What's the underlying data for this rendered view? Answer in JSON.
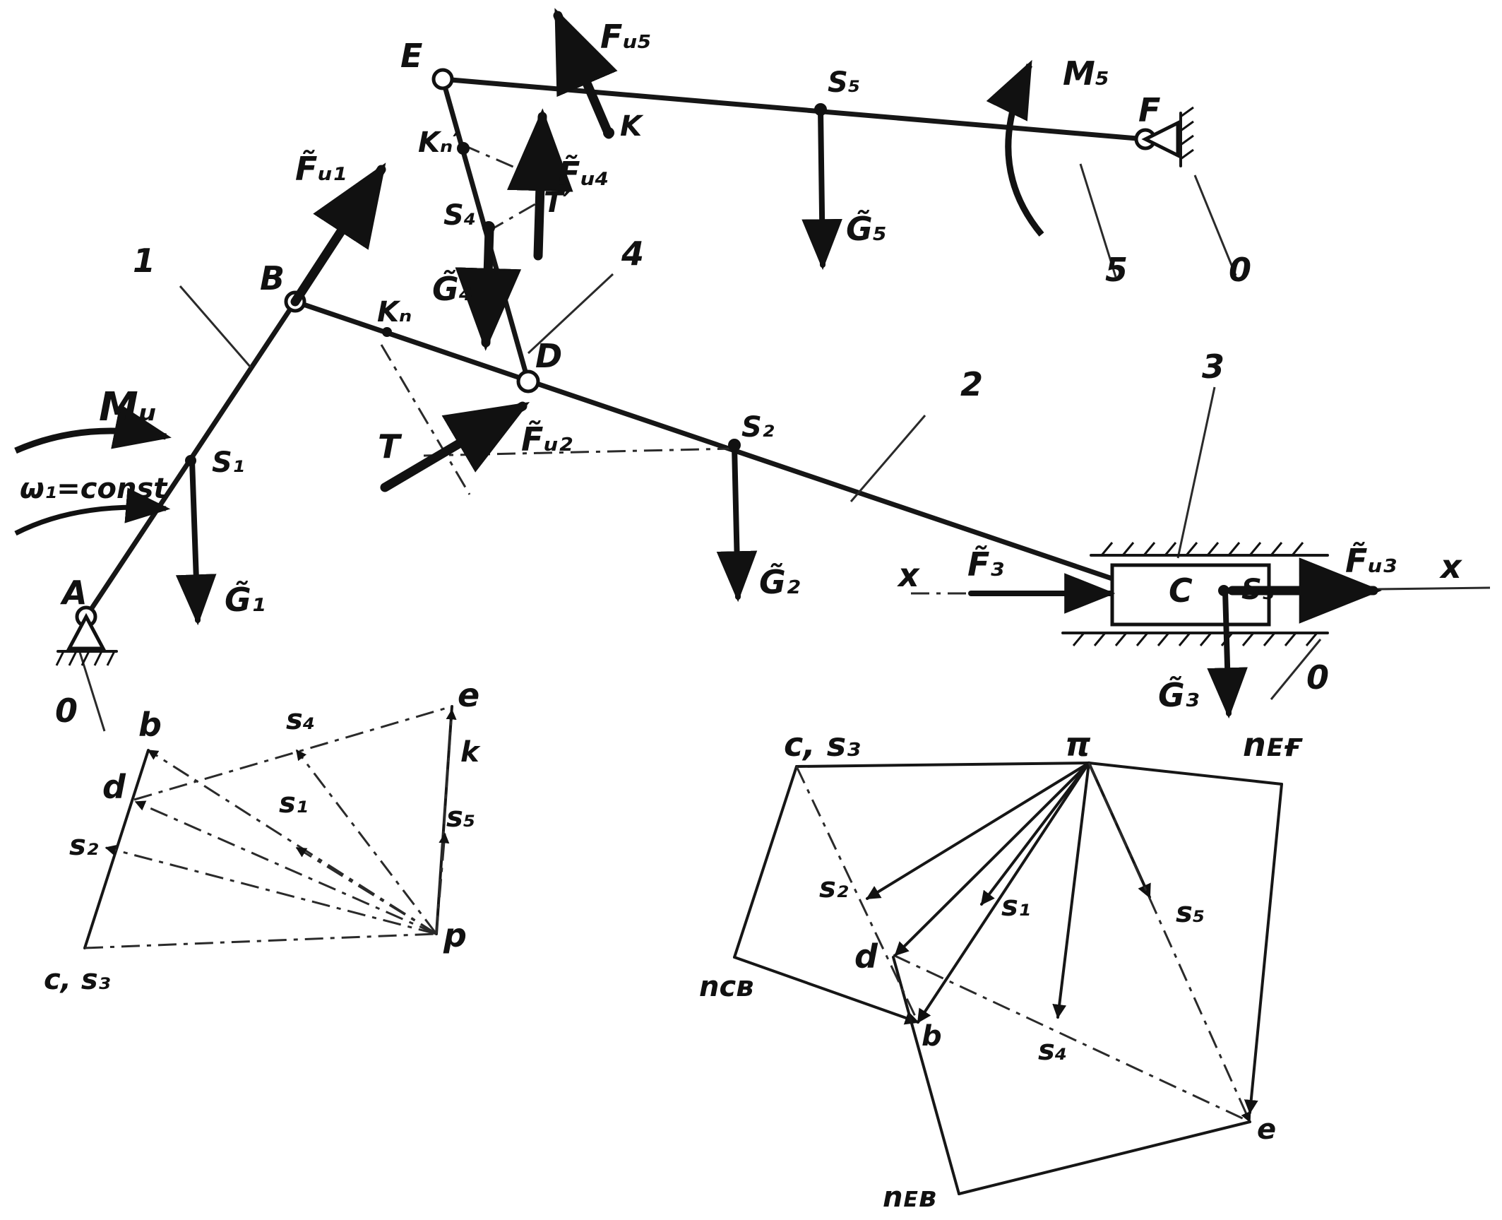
{
  "colors": {
    "ink": "#111111",
    "paper": "#ffffff"
  },
  "labels": {
    "joint_A": "A",
    "joint_B": "B",
    "joint_C": "C",
    "joint_D": "D",
    "joint_E": "E",
    "joint_F": "F",
    "link_1": "1",
    "link_2": "2",
    "link_3": "3",
    "link_4": "4",
    "link_5": "5",
    "frame_0_A": "0",
    "frame_0_F": "0",
    "frame_0_slider": "0",
    "S1": "S₁",
    "S2": "S₂",
    "S3": "S₃",
    "S4": "S₄",
    "S5": "S₅",
    "K": "K",
    "Kn_prime": "Kₙ′",
    "Kn": "Kₙ",
    "T": "T",
    "T_prime": "T′",
    "Mu": "Mᵤ",
    "omega": "ω₁=const",
    "M5": "M₅",
    "Fu1": "F̃ᵤ₁",
    "Fu2": "F̃ᵤ₂",
    "Fu3": "F̃ᵤ₃",
    "Fu4": "F̃ᵤ₄",
    "Fu5": "Fᵤ₅",
    "F3": "F̃₃",
    "G1": "G̃₁",
    "G2": "G̃₂",
    "G3": "G̃₃",
    "G4": "G̃₄",
    "G5": "G̃₅",
    "axis_x_left": "x",
    "axis_x_right": "x"
  },
  "velocity_plan": {
    "pole": "p",
    "b": "b",
    "d": "d",
    "e": "e",
    "k": "k",
    "s1": "s₁",
    "s2": "s₂",
    "s4": "s₄",
    "s5": "s₅",
    "c_s3": "c, s₃"
  },
  "acceleration_plan": {
    "pole": "π",
    "c_s3": "c, s₃",
    "s2": "s₂",
    "s1": "s₁",
    "s5": "s₅",
    "s4": "s₄",
    "d": "d",
    "b": "b",
    "e": "e",
    "n_EF": "nᴇғ",
    "n_CB": "nᴄв",
    "n_EB": "nᴇв"
  }
}
